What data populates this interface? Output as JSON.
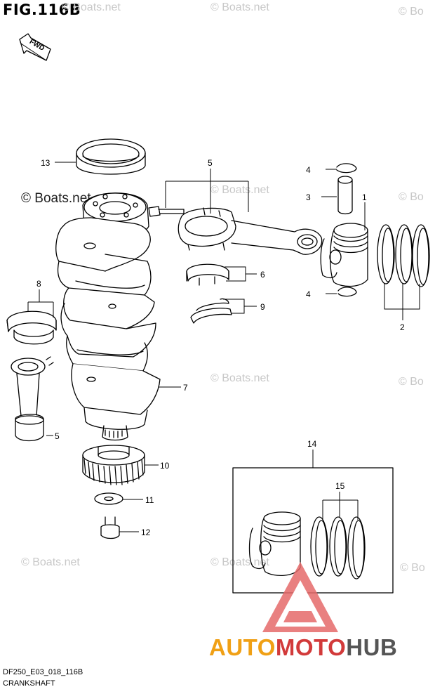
{
  "figure": {
    "title": "FIG.116B",
    "direction_label": "FWD"
  },
  "watermarks": [
    "© Boats.net",
    "© Boats.net",
    "© Bo",
    "© Boats.net",
    "© Boats.net",
    "© Bo",
    "© Boats.net",
    "© Bo",
    "© Boats.net",
    "© Boats.net",
    "© Bo"
  ],
  "callouts": {
    "c1": "1",
    "c2": "2",
    "c3": "3",
    "c4a": "4",
    "c4b": "4",
    "c5a": "5",
    "c5b": "5",
    "c6": "6",
    "c7": "7",
    "c8": "8",
    "c9": "9",
    "c10": "10",
    "c11": "11",
    "c12": "12",
    "c13": "13",
    "c14": "14",
    "c15": "15"
  },
  "footer": {
    "code": "DF250_E03_018_116B",
    "name": "CRANKSHAFT"
  },
  "brand": {
    "part1": "AUTO",
    "part2": "MOTO",
    "part3": "HUB",
    "colors": {
      "auto": "#f0a015",
      "moto": "#d23a3a",
      "hub": "#555555"
    }
  }
}
